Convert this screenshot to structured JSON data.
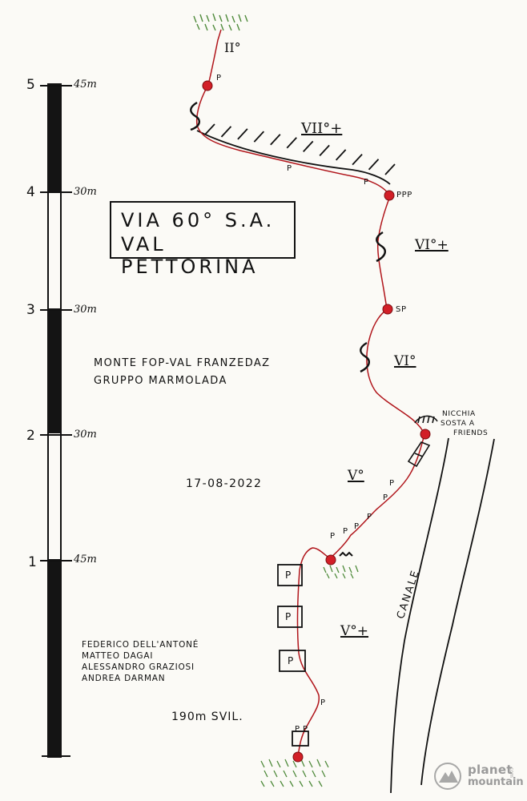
{
  "title": {
    "line1": "VIA 60° S.A.",
    "line2": "VAL PETTORINA"
  },
  "location": {
    "line1": "MONTE FOP-VAL FRANZEDAZ",
    "line2": "GRUPPO MARMOLADA"
  },
  "date": "17-08-2022",
  "team": [
    "FEDERICO DELL'ANTONÉ",
    "MATTEO DAGAI",
    "ALESSANDRO GRAZIOSI",
    "ANDREA DARMAN"
  ],
  "development": "190m SVIL.",
  "scale": [
    {
      "pitch": "5",
      "length": "45m"
    },
    {
      "pitch": "4",
      "length": "30m"
    },
    {
      "pitch": "3",
      "length": "30m"
    },
    {
      "pitch": "2",
      "length": "30m"
    },
    {
      "pitch": "1",
      "length": "45m"
    }
  ],
  "grades": {
    "top_exit": "II°",
    "roof": "VII°+",
    "pitch4": "VI°+",
    "pitch3": "VI°",
    "pitch2": "V°",
    "pitch1": "V°+"
  },
  "annotations": {
    "niche": [
      "NICCHIA",
      "SOSTA A",
      "FRIENDS"
    ],
    "belay3": "SP",
    "belay4": "PPP",
    "piton": "P",
    "channel": "CANALE"
  },
  "logo": {
    "word1": "planet",
    "word2": "mountain",
    "tag": "com"
  },
  "colors": {
    "route": "#b0141a",
    "belay": "#d21f27",
    "ink": "#111111",
    "grass": "#4e8a3a"
  }
}
